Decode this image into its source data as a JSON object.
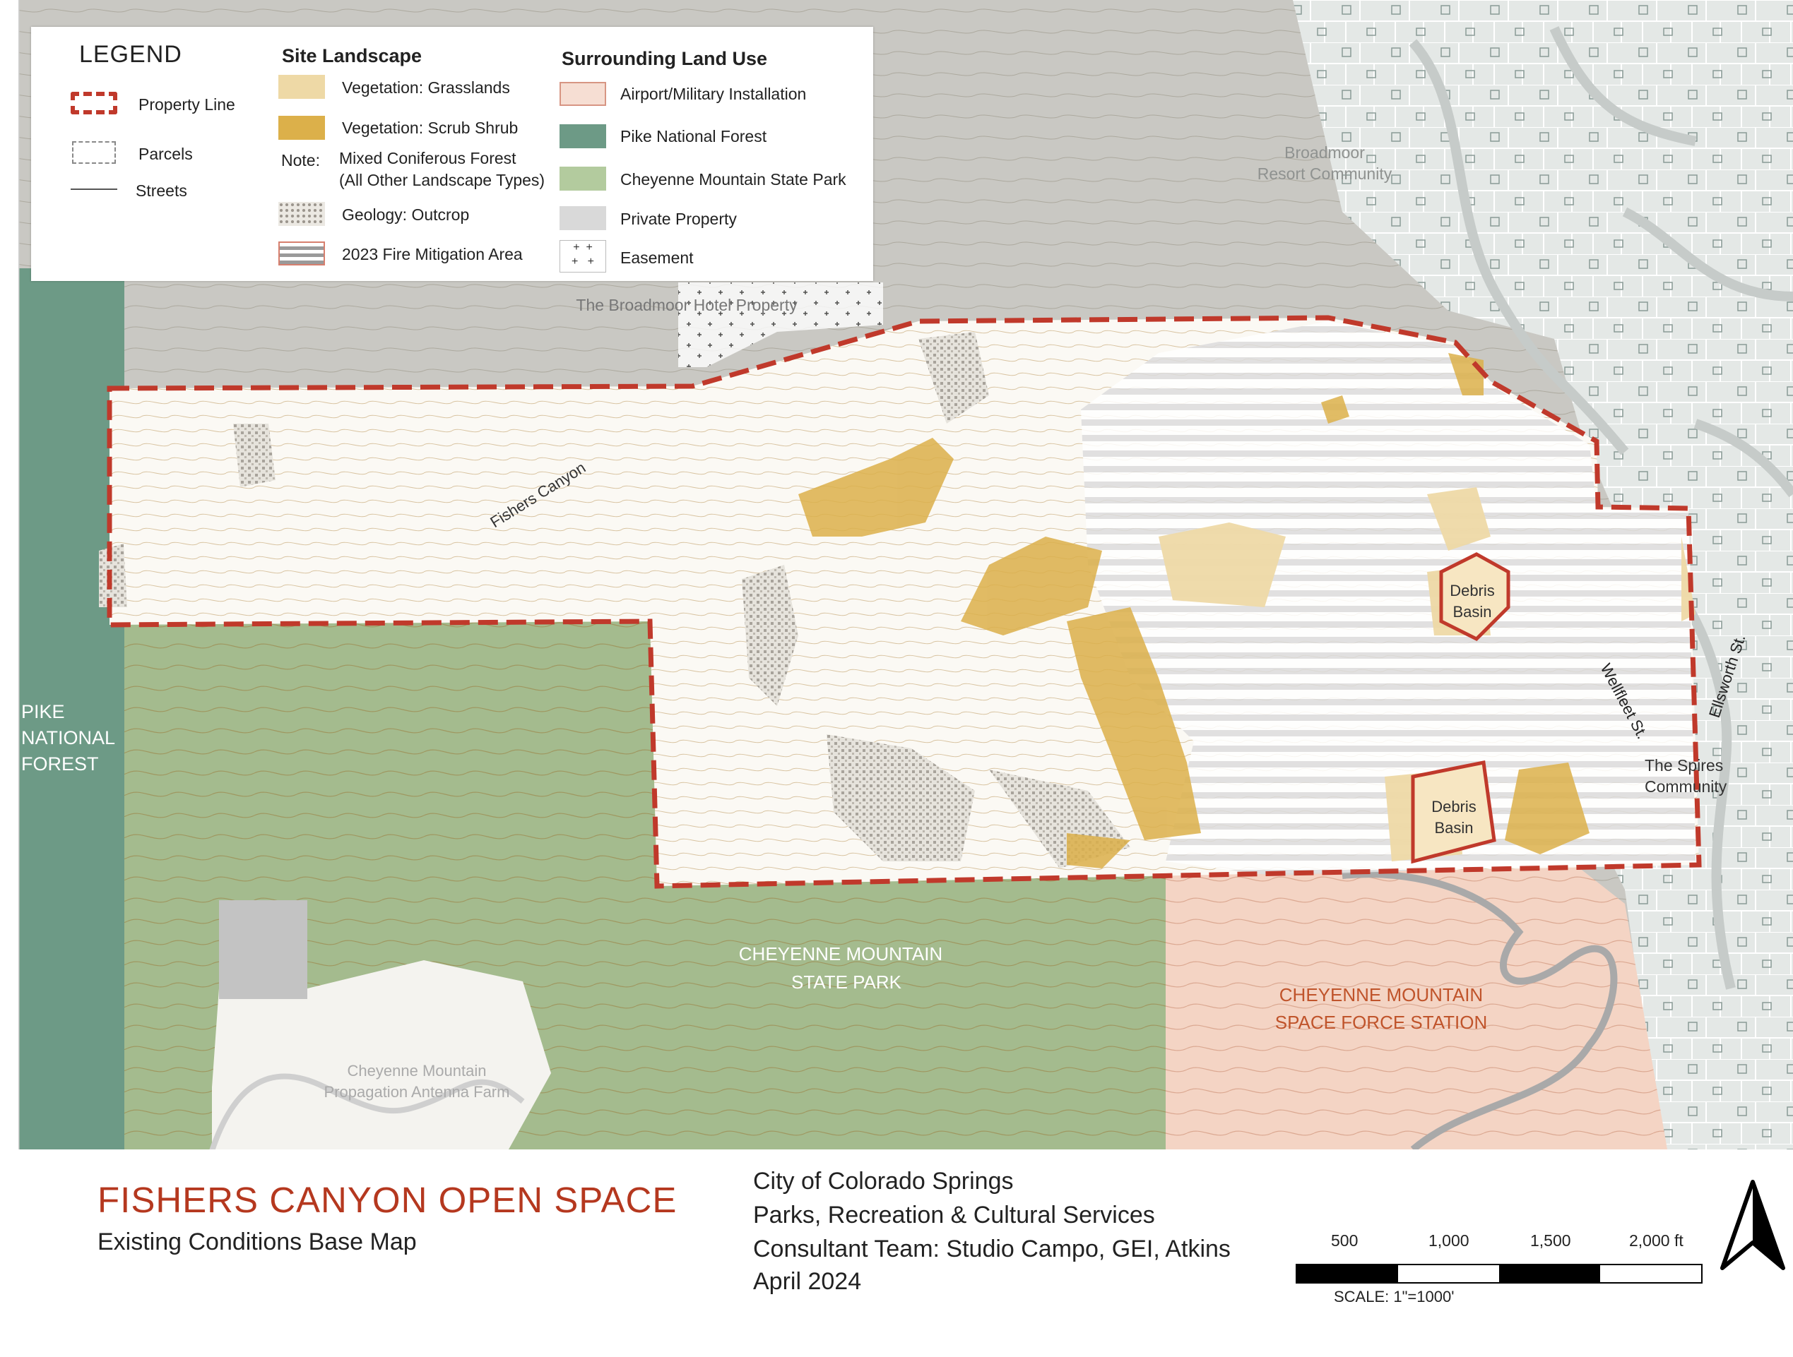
{
  "legend": {
    "title": "LEGEND",
    "property_line": "Property Line",
    "parcels": "Parcels",
    "streets": "Streets",
    "site_landscape": {
      "heading": "Site Landscape",
      "grasslands": "Vegetation: Grasslands",
      "scrub": "Vegetation: Scrub Shrub",
      "note_label": "Note:",
      "note_line1": "Mixed Coniferous Forest",
      "note_line2": "(All Other Landscape Types)",
      "outcrop": "Geology: Outcrop",
      "fire": "2023 Fire Mitigation Area"
    },
    "land_use": {
      "heading": "Surrounding Land Use",
      "airport": "Airport/Military Installation",
      "pike": "Pike National Forest",
      "cheyenne": "Cheyenne Mountain State Park",
      "private": "Private Property",
      "easement": "Easement"
    }
  },
  "map_labels": {
    "broadmoor_resort_1": "Broadmoor",
    "broadmoor_resort_2": "Resort Community",
    "broadmoor_hotel": "The Broadmoor Hotel Property",
    "fishers_canyon": "Fishers Canyon",
    "pike_1": "PIKE",
    "pike_2": "NATIONAL",
    "pike_3": "FOREST",
    "debris_1_line1": "Debris",
    "debris_1_line2": "Basin",
    "debris_2_line1": "Debris",
    "debris_2_line2": "Basin",
    "wellfleet": "Wellfleet St.",
    "ellsworth": "Ellsworth St.",
    "spires_1": "The Spires",
    "spires_2": "Community",
    "cheyenne_park_1": "CHEYENNE MOUNTAIN",
    "cheyenne_park_2": "STATE PARK",
    "space_force_1": "CHEYENNE MOUNTAIN",
    "space_force_2": "SPACE FORCE STATION",
    "antenna_1": "Cheyenne Mountain",
    "antenna_2": "Propagation Antenna Farm"
  },
  "title_block": {
    "title": "FISHERS CANYON OPEN SPACE",
    "subtitle": "Existing Conditions Base Map",
    "line1": "City of Colorado Springs",
    "line2": "Parks,  Recreation & Cultural Services",
    "line3": "Consultant Team: Studio Campo, GEI, Atkins",
    "line4": "April 2024"
  },
  "scale_bar": {
    "tick_500": "500",
    "tick_1000": "1,000",
    "tick_1500": "1,500",
    "tick_2000": "2,000 ft",
    "scale_text": "SCALE: 1\"=1000'"
  },
  "colors": {
    "property_line": "#c0392b",
    "grasslands": "#eed9a6",
    "scrub": "#dcb04a",
    "pike_forest": "#6d9a86",
    "state_park": "#a4bb8e",
    "private": "#d9d9d9",
    "military": "#f4d4c4",
    "title": "#b5381f"
  }
}
